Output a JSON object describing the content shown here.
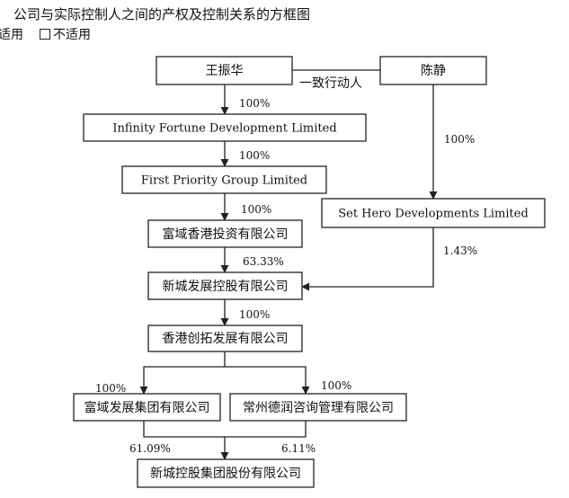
{
  "header": {
    "title": "公司与实际控制人之间的产权及控制关系的方框图",
    "applicable": "适用",
    "not_applicable": "不适用"
  },
  "nodes": {
    "wang": "王振华",
    "chen": "陈静",
    "infinity": "Infinity Fortune Development Limited",
    "first": "First Priority Group Limited",
    "sethero": "Set Hero Developments Limited",
    "fuyu_hk": "富域香港投资有限公司",
    "xc_dev": "新城发展控股有限公司",
    "hk_cx": "香港创拓发展有限公司",
    "fy_group": "富域发展集团有限公司",
    "cz_mgmt": "常州德润咨询管理有限公司",
    "xc_holding": "新城控股集团股份有限公司"
  },
  "relations": {
    "concert": "一致行动人",
    "wang_infinity": "100%",
    "infinity_first": "100%",
    "first_fuyu": "100%",
    "chen_sethero": "100%",
    "fuyu_xc": "63.33%",
    "sethero_xc": "1.43%",
    "xc_hk": "100%",
    "hk_fy": "100%",
    "hk_cz": "100%",
    "fy_holding": "61.09%",
    "cz_holding": "6.11%"
  }
}
